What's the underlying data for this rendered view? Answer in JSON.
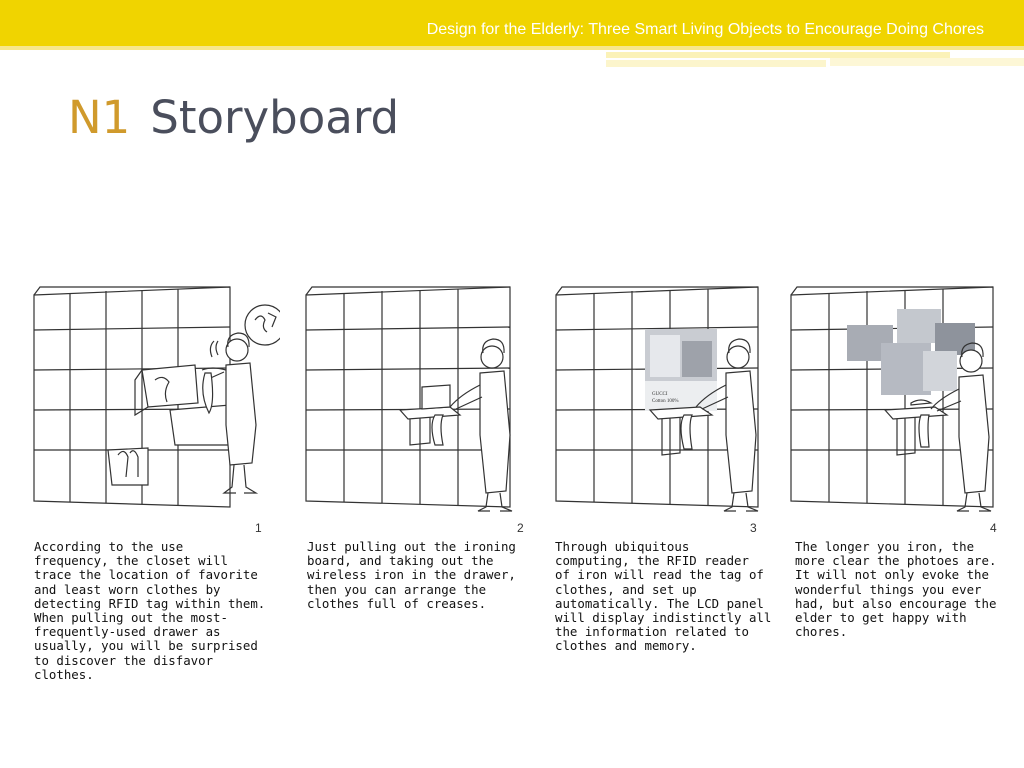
{
  "header": {
    "text": "Design for the Elderly: Three Smart Living Objects to Encourage Doing Chores"
  },
  "title": {
    "number": "N1",
    "word": "Storyboard"
  },
  "panels": [
    {
      "number": "1",
      "caption": "According to the use\nfrequency, the closet will\ntrace the location of favorite\nand least worn clothes by\ndetecting RFID tag within them.\nWhen pulling out the most-\nfrequently-used drawer as\nusually, you will be surprised\nto discover the disfavor\nclothes."
    },
    {
      "number": "2",
      "caption": "Just pulling out the ironing\nboard, and taking out the\nwireless iron in the drawer,\nthen you can arrange the\nclothes full of creases."
    },
    {
      "number": "3",
      "caption": "Through ubiquitous\ncomputing, the RFID reader\nof iron will read the tag of\nclothes, and set up\nautomatically. The LCD panel\nwill display indistinctly all\nthe information related to\nclothes and memory.",
      "label_lines": [
        "GUCCI",
        "Cotton 100%"
      ]
    },
    {
      "number": "4",
      "caption": "The longer you iron, the\nmore clear the photoes are.\nIt will not only evoke the\nwonderful things you ever\nhad, but also encourage the\nelder to get happy with\nchores."
    }
  ],
  "colors": {
    "band": "#f0d400",
    "title_number": "#d09a2c",
    "title_word": "#4a4e5c",
    "header_text": "#ffffff"
  }
}
